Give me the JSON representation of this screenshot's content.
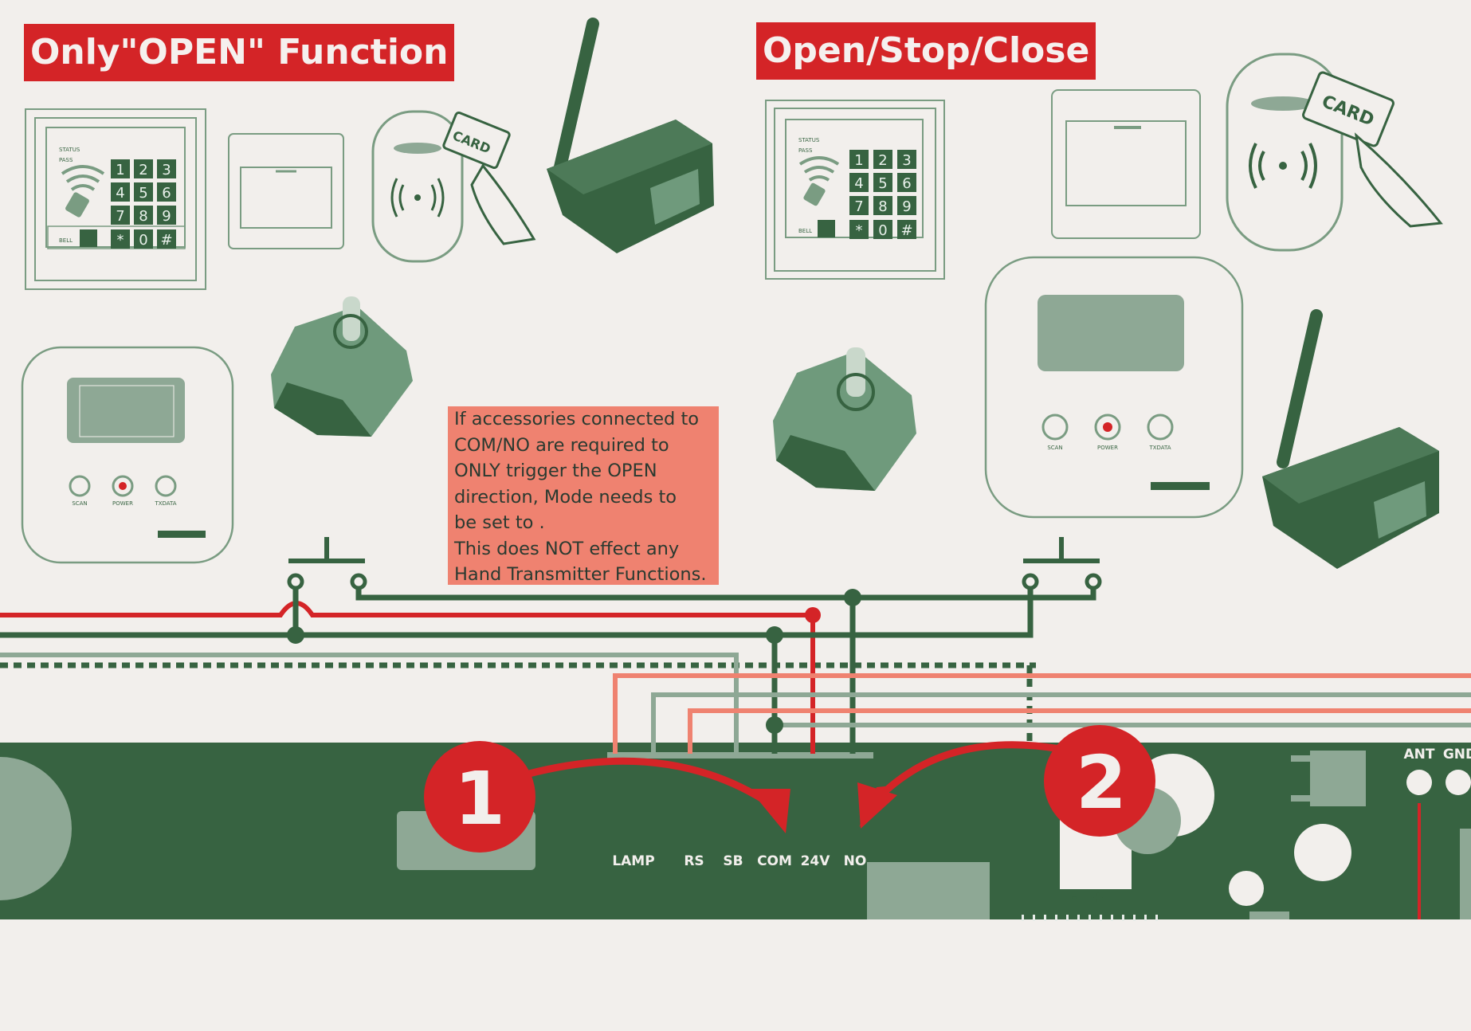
{
  "titles": {
    "left": "Only\"OPEN\" Function",
    "right": "Open/Stop/Close"
  },
  "note_lines": [
    "If accessories connected to",
    "COM/NO are required to",
    "ONLY trigger the OPEN",
    "direction,  Mode needs to",
    "be set to  .",
    "This does NOT effect any",
    "Hand Transmitter Functions."
  ],
  "terminals": [
    "LAMP",
    "RS",
    "SB",
    "COM",
    "24V",
    "NO"
  ],
  "markers": {
    "one": "1",
    "two": "2"
  },
  "board_labels": {
    "ant": "ANT",
    "gnd": "GND",
    "minus": "-",
    "plus": "+"
  },
  "keypad": {
    "keys": [
      "1",
      "2",
      "3",
      "4",
      "5",
      "6",
      "7",
      "8",
      "9",
      "*",
      "0",
      "#"
    ],
    "status": "STATUS",
    "pass": "PASS",
    "bell": "BELL"
  },
  "card_label": "CARD",
  "indoor_buttons": [
    "SCAN",
    "POWER",
    "TXDATA"
  ],
  "colors": {
    "dark_green": "#376341",
    "mid_green": "#6f9a7c",
    "light_green": "#8ea895",
    "red": "#d42427",
    "salmon": "#ef8270",
    "background": "#f2efec"
  }
}
